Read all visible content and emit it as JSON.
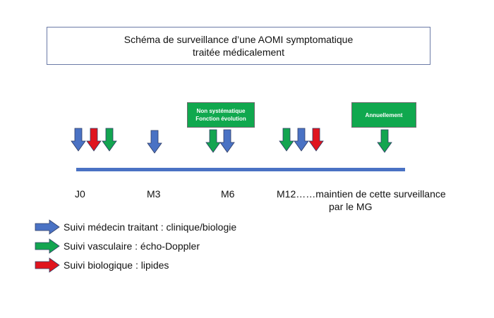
{
  "title": "Schéma de surveillance d’une AOMI symptomatique  traitée médicalement",
  "timeline": {
    "points": [
      {
        "id": "j0",
        "label": "J0"
      },
      {
        "id": "m3",
        "label": "M3"
      },
      {
        "id": "m6",
        "label": "M6"
      },
      {
        "id": "m12",
        "label": "M12……maintien de cette surveillance"
      }
    ],
    "m12_line2": "par le MG"
  },
  "notes": {
    "m6": {
      "line1": "Non systématique",
      "line2": "Fonction évolution"
    },
    "annual": {
      "line1": "Annuellement"
    }
  },
  "legend": [
    {
      "color_key": "blue",
      "label": "Suivi médecin traitant :  clinique/biologie"
    },
    {
      "color_key": "green",
      "label": "Suivi vasculaire : écho-Doppler"
    },
    {
      "color_key": "red",
      "label": "Suivi biologique : lipides"
    }
  ],
  "colors": {
    "blue": "#4a72c4",
    "green": "#13a550",
    "red": "#e0141e",
    "timeline": "#4a72c4"
  }
}
